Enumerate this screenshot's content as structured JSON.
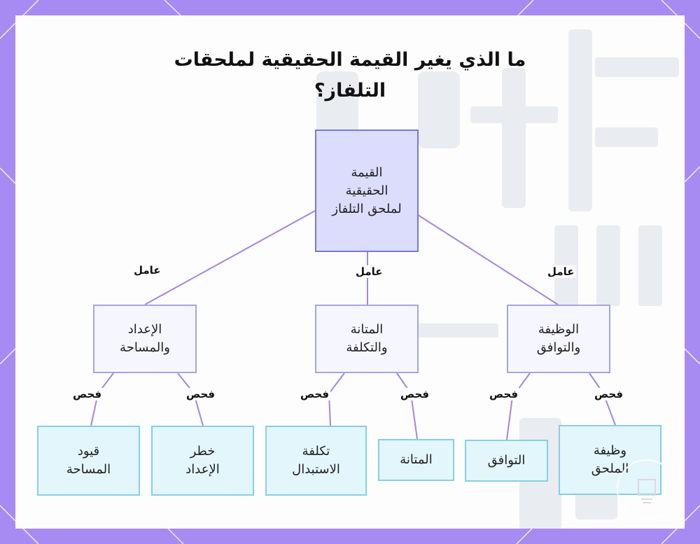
{
  "title": "ما الذي يغير القيمة الحقيقية لملحقات التلفاز؟",
  "colors": {
    "frame": "#a88bf2",
    "card": "#fdfdfd",
    "root_fill": "#dcdcfc",
    "root_border": "#7b79d4",
    "mid_fill": "#f6f6ff",
    "mid_border": "#a6a3e6",
    "leaf_fill": "#e3f6fb",
    "leaf_border": "#86cfe4",
    "edge": "#a684e0"
  },
  "root": {
    "label": "القيمة الحقيقية لملحق التلفاز"
  },
  "factor_label": "عامل",
  "check_label": "فحص",
  "factors": [
    {
      "label": "الوظيفة والتوافق",
      "checks": [
        "وظيفة الملحق",
        "التوافق"
      ]
    },
    {
      "label": "المتانة والتكلفة",
      "checks": [
        "المتانة",
        "تكلفة الاستبدال"
      ]
    },
    {
      "label": "الإعداد والمساحة",
      "checks": [
        "خطر الإعداد",
        "قيود المساحة"
      ]
    }
  ],
  "watermark_icons": [
    "tools-icon",
    "lightbulb-icon"
  ]
}
